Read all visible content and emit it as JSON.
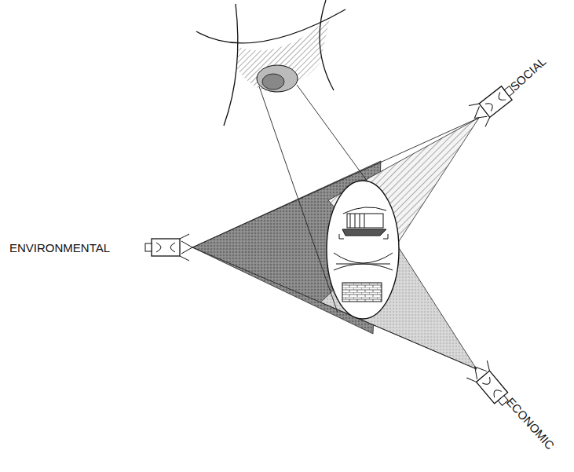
{
  "diagram": {
    "labels": [
      "ENVIRONMENTAL",
      "SOCIAL",
      "ECONOMIC"
    ]
  }
}
